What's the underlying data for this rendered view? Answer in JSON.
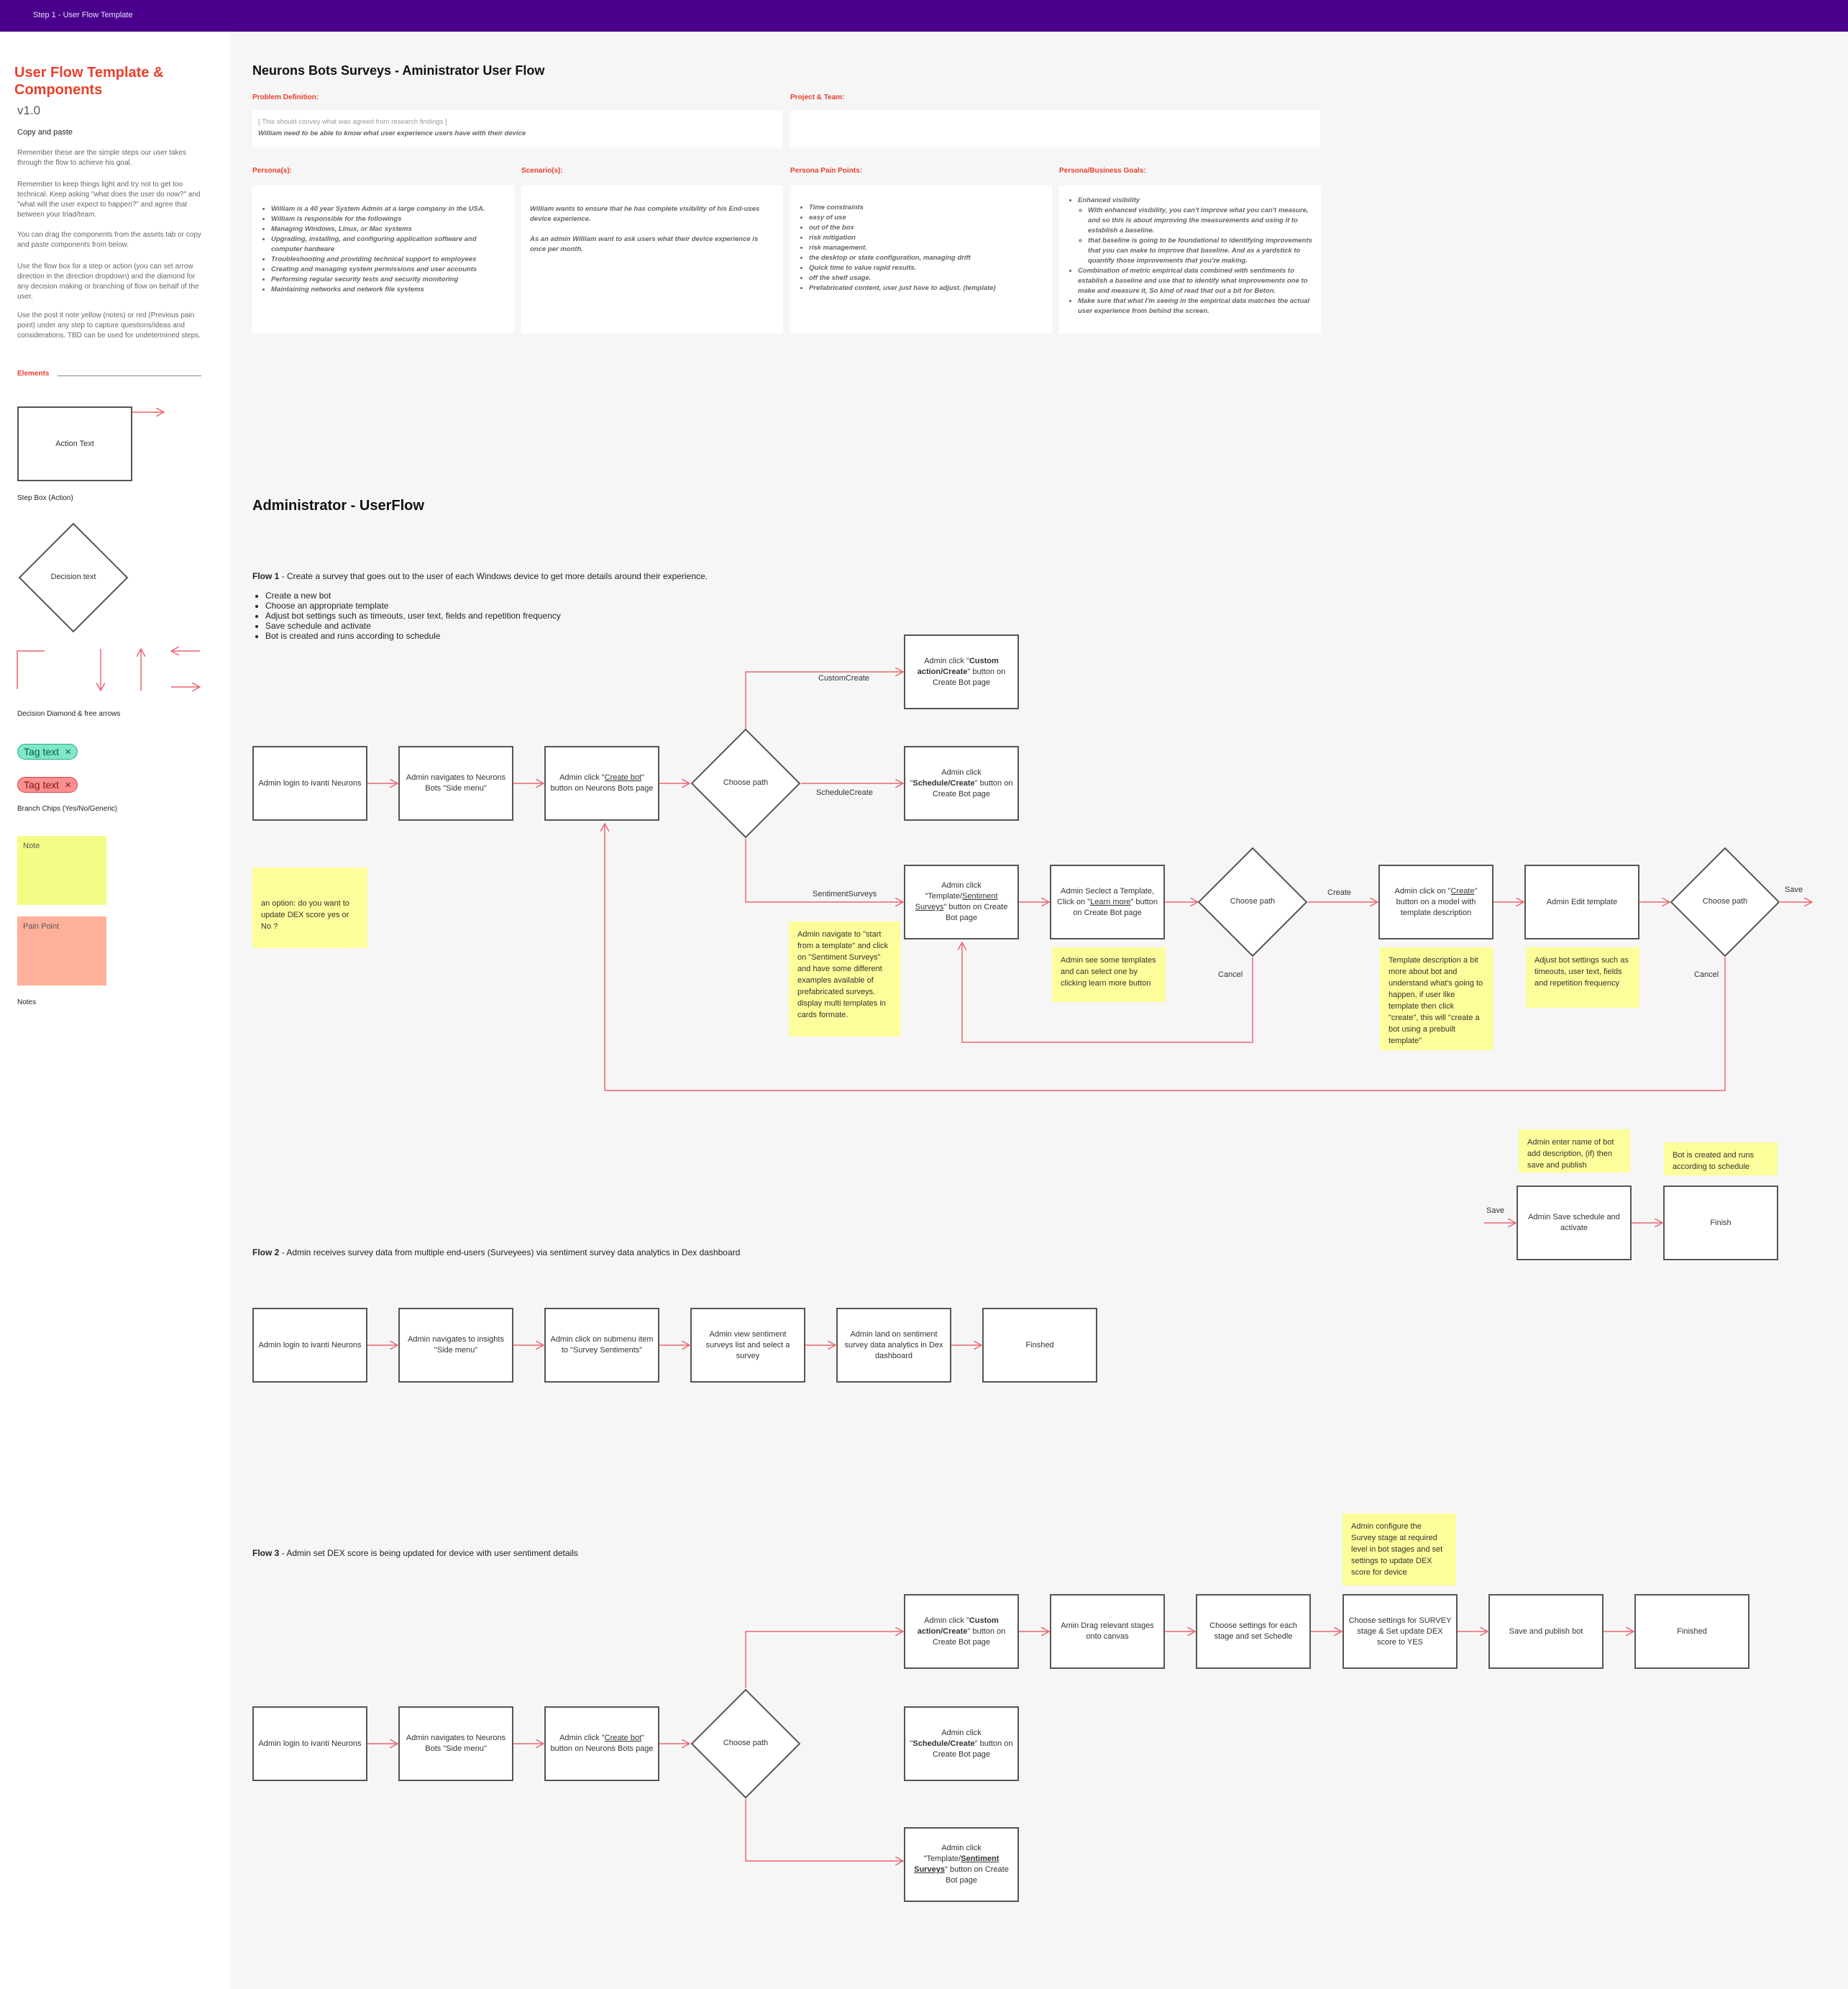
{
  "topbar": {
    "title": "Step 1 - User Flow Template"
  },
  "sidebar": {
    "title": "User Flow Template & Components",
    "version": "v1.0",
    "copy_paste": "Copy and paste",
    "paragraphs": [
      "Remember these are the simple steps our user takes through the flow to achieve his goal.",
      "Remember to keep things light and try not to get too technical. Keep asking \"what does the user do now?\" and \"what will the user expect to happen?\" and agree that between your triad/team.",
      "You can drag the components from the assets tab or copy and paste components from below.",
      "Use the flow box for a step or action (you can set arrow direction in the direction dropdown) and the diamond for any decision making or branching of flow on behalf of the user.",
      "Use the post it note yellow (notes) or red (Previous pain point) under any step to capture questions/ideas and considerations. TBD can be used for undetermined steps."
    ],
    "elements_label": "Elements",
    "action_text": "Action Text",
    "step_box_caption": "Step Box (Action)",
    "decision_text": "Decision text",
    "diamond_caption": "Decision Diamond & free arrows",
    "tag_text": "Tag text",
    "chips_caption": "Branch Chips (Yes/No/Generic)",
    "note_label": "Note",
    "pain_point_label": "Pain Point",
    "notes_caption": "Notes"
  },
  "header": {
    "title": "Neurons Bots Surveys - Aministrator User Flow",
    "problem_label": "Problem Definition:",
    "problem_hint": "[ This should convey what was agreed from research findings ]",
    "problem_text": "William need to be able to know what user experience users have with their device",
    "project_label": "Project & Team:",
    "persona_label": "Persona(s):",
    "scenario_label": "Scenario(s):",
    "pain_label": "Persona Pain Points:",
    "goals_label": "Persona/Business Goals:",
    "persona_items": [
      "William is a 40 year System Admin at a large company in the USA.",
      "William is responsible for the followings",
      "Managing Windows, Linux, or Mac systems",
      "Upgrading, installing, and configuring application software and computer hardware",
      "Troubleshooting and providing technical support to employees",
      "Creating and managing system permissions and user accounts",
      "Performing regular security tests and security monitoring",
      "Maintaining networks and network file systems"
    ],
    "scenario_p1": "William wants to ensure that he has complete visibility of his End-uses device experience.",
    "scenario_p2": "As an admin William want to ask users what their device experience is once per month.",
    "pain_items": [
      "Time constraints",
      "easy of use",
      "out of the box",
      "risk mitigation",
      "risk management.",
      "the desktop or state configuration, managing drift",
      "Quick time to value rapid results.",
      "off the shelf usage.",
      "Prefabricated content, user just have to adjust. (template)"
    ],
    "goals": {
      "g1": "Enhanced visibility",
      "g1a": "With enhanced visibility, you can't improve what you can't measure, and so this is about improving the measurements and using it to establish a baseline.",
      "g1b": "that baseline is going to be foundational to identifying improvements that you can make to improve that baseline. And as a yardstick to quantify those improvements that you're making.",
      "g2": "Combination of metric empirical data combined with sentiments to establish a baseline and use that to identify what improvements one to make and measure it, So kind of read that out a bit for Beton.",
      "g3": "Make sure that what I'm seeing in the empirical data matches the actual user experience from behind the screen."
    }
  },
  "userflow_title": "Administrator - UserFlow",
  "flow1": {
    "label": "Flow 1",
    "desc": " - Create a survey that goes out to the user of each Windows device to get more details around their experience.",
    "bullets": [
      "Create a new bot",
      "Choose an appropriate template",
      "Adjust bot settings such as timeouts, user text, fields and repetition frequency",
      "Save schedule and activate",
      "Bot is created and runs according to schedule"
    ],
    "login": "Admin login to ivanti Neurons",
    "navigate": "Admin navigates to Neurons Bots \"Side menu\"",
    "create_click_a": "Admin click \"",
    "create_click_link": "Create bot",
    "create_click_b": "\" button on Neurons Bots page",
    "choose_path": "Choose path",
    "custom_create": "CustomCreate",
    "schedule_create": "ScheduleCreate",
    "sentiment_surveys": "SentimentSurveys",
    "custom_box_a": "Admin click \"",
    "custom_box_b": "Custom action/Create",
    "custom_box_c": "\" button on Create Bot page",
    "schedule_box_a": "Admin click \"",
    "schedule_box_b": "Schedule/Create",
    "schedule_box_c": "\" button on Create Bot page",
    "template_box_a": "Admin click \"Template/",
    "template_box_b": "Sentiment Surveys",
    "template_box_c": "\" button on Create Bot page",
    "select_a": "Admin Seclect a Template, Click on \"",
    "select_link": "Learn more",
    "select_b": "\" button on Create Bot page",
    "choose_path2": "Choose path",
    "create": "Create",
    "cancel": "Cancel",
    "create_model_a": "Admin click on \"",
    "create_model_link": "Create",
    "create_model_b": "\" button on a model with template description",
    "edit_template": "Admin Edit template",
    "choose_path3": "Choose path",
    "save": "Save",
    "cancel2": "Cancel",
    "note_dex": "an option: do you want to update DEX score yes or No ?",
    "note_navigate": "Admin navigate to \"start from a template\" and click on \"Sentiment Surveys\" and have some different examples available of prefabricated surveys. display multi templates in cards formate.",
    "note_learn": "Admin see some templates and can select one by clicking learn more button",
    "note_template_desc": "Template description a bit more about bot and understand what's going to happen, if user like template then click \"create\", this will \"create a bot using a prebuilt template\"",
    "note_adjust": "Adjust bot settings such as timeouts, user text, fields and repetition frequency",
    "note_name": "Admin enter name of bot add description, (if) then save and publish",
    "note_runs": "Bot is created and runs according to schedule",
    "save2": "Save",
    "save_schedule": "Admin Save schedule and activate",
    "finish": "Finish"
  },
  "flow2": {
    "label": "Flow 2",
    "desc": " - Admin receives survey data from multiple end-users (Surveyees) via sentiment survey data analytics in Dex dashboard",
    "steps": [
      "Admin login to ivanti Neurons",
      "Admin navigates to insights \"Side menu\"",
      "Admin click on submenu item  to \"Survey Sentiments\"",
      "Admin view sentiment surveys list and select a survey",
      "Admin land on sentiment survey data analytics in Dex dashboard",
      "Finshed"
    ]
  },
  "flow3": {
    "label": "Flow 3",
    "desc": " - Admin set DEX score is being updated for device with user sentiment details",
    "login": "Admin login to ivanti Neurons",
    "navigate": "Admin navigates to Neurons Bots \"Side menu\"",
    "create_click_a": "Admin click \"",
    "create_click_link": "Create bot",
    "create_click_b": "\" button on Neurons Bots page",
    "choose_path": "Choose path",
    "custom_box_a": "Admin click \"",
    "custom_box_b": "Custom action/Create",
    "custom_box_c": "\" button on Create Bot page",
    "schedule_box_a": "Admin click \"",
    "schedule_box_b": "Schedule/Create",
    "schedule_box_c": "\" button on Create Bot page",
    "template_box_a": "Admin click \"Template/",
    "template_box_b": "Sentiment Surveys",
    "template_box_c": "\" button on Create Bot page",
    "drag": "Amin Drag relevant stages onto canvas",
    "choose_settings": "Choose settings for each stage and set Schedle",
    "survey_settings": "Choose settings for SURVEY stage & Set update DEX score to YES",
    "save_publish": "Save and publish bot",
    "finished": "Finished",
    "note_configure": "Admin configure the Survey stage at required level in bot stages and set settings to update DEX score for device"
  },
  "colors": {
    "topbar": "#4a008c",
    "accent": "#e8402c",
    "arrow": "#e8676f",
    "note": "#fdfd9b",
    "pain": "#ffb09a"
  }
}
